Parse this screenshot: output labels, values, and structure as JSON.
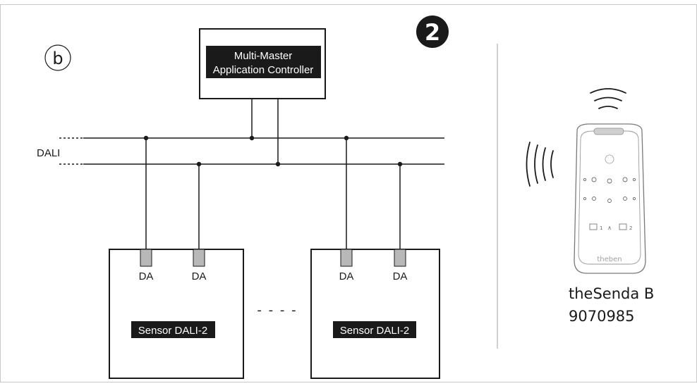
{
  "step_number": "2",
  "variant_label": "b",
  "controller": {
    "line1": "Multi-Master",
    "line2": "Application Controller"
  },
  "bus_label": "DALI",
  "sensors": [
    {
      "name": "Sensor DALI-2",
      "port1": "DA",
      "port2": "DA"
    },
    {
      "name": "Sensor DALI-2",
      "port1": "DA",
      "port2": "DA"
    }
  ],
  "ellipsis": "- - - -",
  "device": {
    "name": "theSenda B",
    "article_number": "9070985",
    "brand_mark": "theben",
    "buttons": [
      "1",
      "2"
    ]
  },
  "colors": {
    "line": "#1a1a1a",
    "label_bg": "#1a1a1a",
    "label_text": "#ffffff",
    "port_fill": "#b8b8b8",
    "frame": "#c8c8c8",
    "divider": "#b0b0b0",
    "remote_outline": "#7a7a7a"
  }
}
